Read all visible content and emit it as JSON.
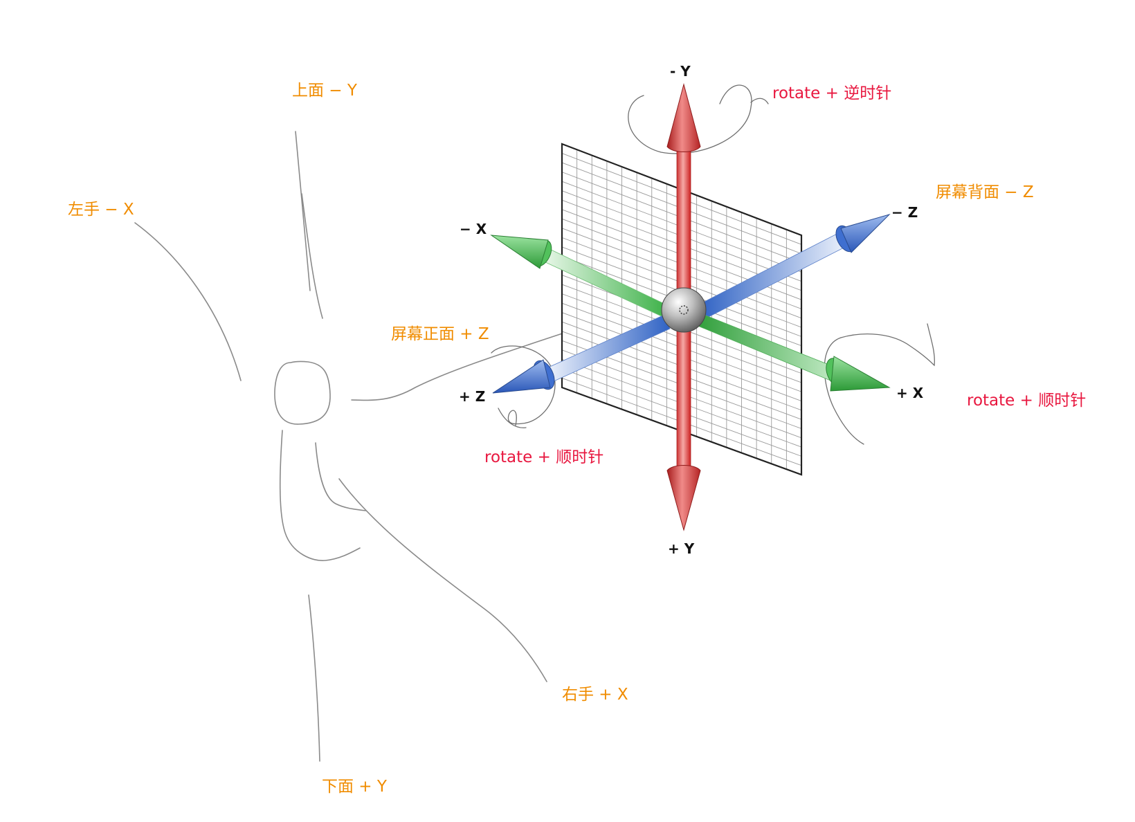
{
  "colors": {
    "label_orange": "#f08c00",
    "label_red": "#e8173f",
    "axis_y": "#d9413f",
    "axis_x": "#3fb24a",
    "axis_z": "#3a6fd0",
    "sketch": "#8a8a8a"
  },
  "labels": {
    "up": "上面 − Y",
    "left_hand": "左手 − X",
    "screen_front": "屏幕正面 + Z",
    "screen_back": "屏幕背面 − Z",
    "right_hand": "右手 + X",
    "down": "下面 + Y",
    "rotate_y": "rotate + 逆时针",
    "rotate_x": "rotate + 顺时针",
    "rotate_z": "rotate + 顺时针"
  },
  "axes": {
    "neg_y": "- Y",
    "pos_y": "+ Y",
    "neg_x": "− X",
    "pos_x": "+ X",
    "neg_z": "− Z",
    "pos_z": "+ Z"
  }
}
